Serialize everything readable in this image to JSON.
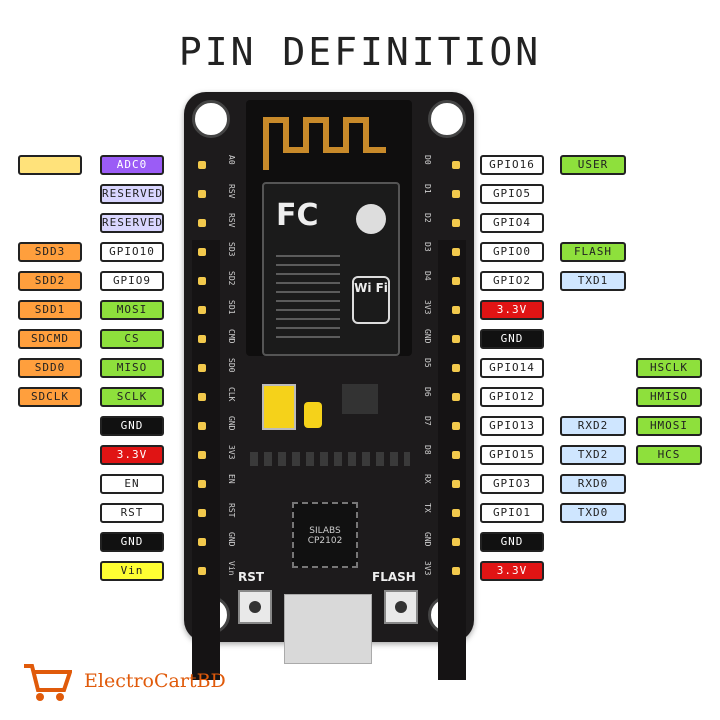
{
  "title": "PIN DEFINITION",
  "brand": "ElectroCartBD",
  "buttons": {
    "rst": "RST",
    "flash": "FLASH"
  },
  "chip": {
    "fc": "FC",
    "wifi": "Wi Fi",
    "usb_chip": "SILABS CP2102"
  },
  "colors": {
    "yellow": "#ffe27a",
    "purple": "#9b5cf6",
    "lavender": "#d9d6ff",
    "orange": "#ff9f3d",
    "white": "#ffffff",
    "green": "#8ee03c",
    "black": "#111111",
    "red": "#e01414",
    "lightblue": "#cfe6ff",
    "vin": "#ffff33"
  },
  "left_rows": [
    {
      "silk": "A0",
      "labels": [
        {
          "text": "",
          "color": "yellow"
        },
        {
          "text": "ADC0",
          "color": "purple"
        }
      ]
    },
    {
      "silk": "RSV",
      "labels": [
        {
          "text": "RESERVED",
          "color": "lavender"
        }
      ]
    },
    {
      "silk": "RSV",
      "labels": [
        {
          "text": "RESERVED",
          "color": "lavender"
        }
      ]
    },
    {
      "silk": "SD3",
      "labels": [
        {
          "text": "SDD3",
          "color": "orange"
        },
        {
          "text": "GPIO10",
          "color": "white"
        }
      ]
    },
    {
      "silk": "SD2",
      "labels": [
        {
          "text": "SDD2",
          "color": "orange"
        },
        {
          "text": "GPIO9",
          "color": "white"
        }
      ]
    },
    {
      "silk": "SD1",
      "labels": [
        {
          "text": "SDD1",
          "color": "orange"
        },
        {
          "text": "MOSI",
          "color": "green"
        }
      ]
    },
    {
      "silk": "CMD",
      "labels": [
        {
          "text": "SDCMD",
          "color": "orange"
        },
        {
          "text": "CS",
          "color": "green"
        }
      ]
    },
    {
      "silk": "SD0",
      "labels": [
        {
          "text": "SDD0",
          "color": "orange"
        },
        {
          "text": "MISO",
          "color": "green"
        }
      ]
    },
    {
      "silk": "CLK",
      "labels": [
        {
          "text": "SDCLK",
          "color": "orange"
        },
        {
          "text": "SCLK",
          "color": "green"
        }
      ]
    },
    {
      "silk": "GND",
      "labels": [
        {
          "text": "GND",
          "color": "black"
        }
      ]
    },
    {
      "silk": "3V3",
      "labels": [
        {
          "text": "3.3V",
          "color": "red"
        }
      ]
    },
    {
      "silk": "EN",
      "labels": [
        {
          "text": "EN",
          "color": "white"
        }
      ]
    },
    {
      "silk": "RST",
      "labels": [
        {
          "text": "RST",
          "color": "white"
        }
      ]
    },
    {
      "silk": "GND",
      "labels": [
        {
          "text": "GND",
          "color": "black"
        }
      ]
    },
    {
      "silk": "Vin",
      "labels": [
        {
          "text": "Vin",
          "color": "vin"
        }
      ]
    }
  ],
  "right_rows": [
    {
      "silk": "D0",
      "labels": [
        {
          "text": "GPIO16",
          "color": "white"
        },
        {
          "text": "USER",
          "color": "green"
        }
      ]
    },
    {
      "silk": "D1",
      "labels": [
        {
          "text": "GPIO5",
          "color": "white"
        }
      ]
    },
    {
      "silk": "D2",
      "labels": [
        {
          "text": "GPIO4",
          "color": "white"
        }
      ]
    },
    {
      "silk": "D3",
      "labels": [
        {
          "text": "GPIO0",
          "color": "white"
        },
        {
          "text": "FLASH",
          "color": "green"
        }
      ]
    },
    {
      "silk": "D4",
      "labels": [
        {
          "text": "GPIO2",
          "color": "white"
        },
        {
          "text": "TXD1",
          "color": "lightblue"
        }
      ]
    },
    {
      "silk": "3V3",
      "labels": [
        {
          "text": "3.3V",
          "color": "red"
        }
      ]
    },
    {
      "silk": "GND",
      "labels": [
        {
          "text": "GND",
          "color": "black"
        }
      ]
    },
    {
      "silk": "D5",
      "labels": [
        {
          "text": "GPIO14",
          "color": "white"
        },
        {
          "text": "",
          "color": "none"
        },
        {
          "text": "HSCLK",
          "color": "green"
        }
      ]
    },
    {
      "silk": "D6",
      "labels": [
        {
          "text": "GPIO12",
          "color": "white"
        },
        {
          "text": "",
          "color": "none"
        },
        {
          "text": "HMISO",
          "color": "green"
        }
      ]
    },
    {
      "silk": "D7",
      "labels": [
        {
          "text": "GPIO13",
          "color": "white"
        },
        {
          "text": "RXD2",
          "color": "lightblue"
        },
        {
          "text": "HMOSI",
          "color": "green"
        }
      ]
    },
    {
      "silk": "D8",
      "labels": [
        {
          "text": "GPIO15",
          "color": "white"
        },
        {
          "text": "TXD2",
          "color": "lightblue"
        },
        {
          "text": "HCS",
          "color": "green"
        }
      ]
    },
    {
      "silk": "RX",
      "labels": [
        {
          "text": "GPIO3",
          "color": "white"
        },
        {
          "text": "RXD0",
          "color": "lightblue"
        }
      ]
    },
    {
      "silk": "TX",
      "labels": [
        {
          "text": "GPIO1",
          "color": "white"
        },
        {
          "text": "TXD0",
          "color": "lightblue"
        }
      ]
    },
    {
      "silk": "GND",
      "labels": [
        {
          "text": "GND",
          "color": "black"
        }
      ]
    },
    {
      "silk": "3V3",
      "labels": [
        {
          "text": "3.3V",
          "color": "red"
        }
      ]
    }
  ]
}
